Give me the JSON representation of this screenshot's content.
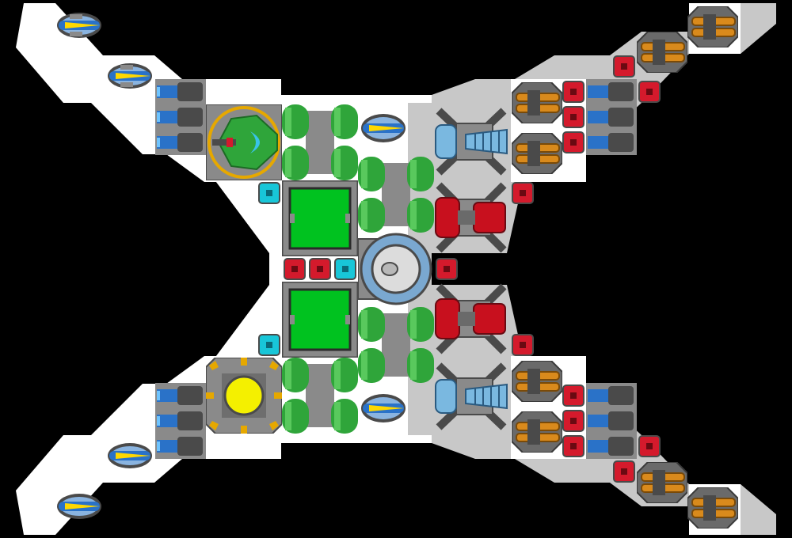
{
  "canvas": {
    "background": "#000000"
  },
  "palette": {
    "hull_white": "#ffffff",
    "hull_grey": "#c8c8c8",
    "metal_dark": "#4a4a4a",
    "metal_mid": "#8a8a8a",
    "metal_light": "#b8b8b8",
    "tank_green": "#2fa53a",
    "tank_green_light": "#59c95d",
    "screen_green": "#00c21f",
    "gun_yellow": "#ffd800",
    "gun_blue": "#2a72c8",
    "armor_red": "#d41a2c",
    "armor_cyan": "#18c6d8",
    "thruster_blue": "#4aa8e8",
    "launcher_orange": "#d98a1c",
    "core_yellow": "#f4f000",
    "missile_red": "#c8101e",
    "driller_blue": "#7ab8e0"
  },
  "modules": {
    "command_pod": "command-pod",
    "reactor": "reactor-core",
    "shield_dome": "shield-generator",
    "cargo_screens": [
      "cargo-bay",
      "cargo-bay"
    ]
  }
}
